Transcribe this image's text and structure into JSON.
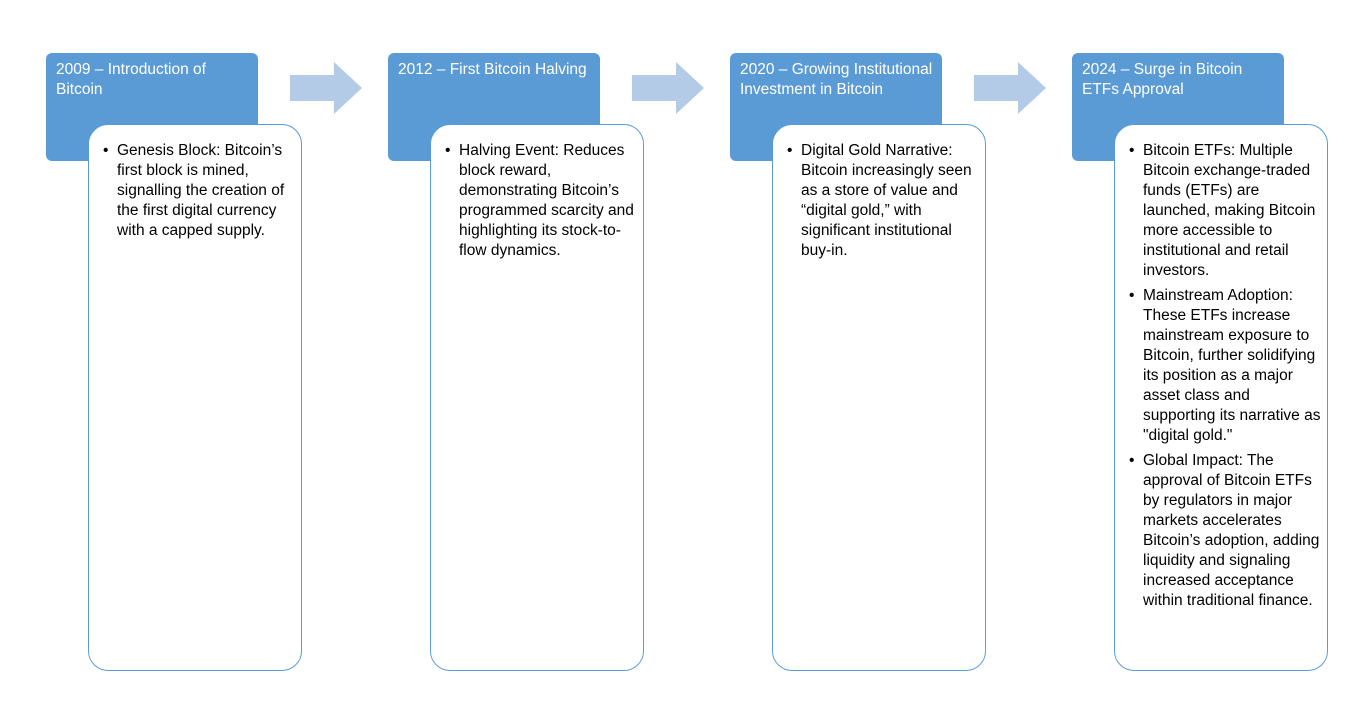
{
  "colors": {
    "header_fill": "#5b9bd5",
    "card_border": "#5b9bd5",
    "arrow_fill": "#b4cbe7"
  },
  "stages": [
    {
      "title": "2009 – Introduction of Bitcoin",
      "bullets": [
        "Genesis Block: Bitcoin’s first block is mined, signalling the creation of the first digital currency with a capped supply."
      ]
    },
    {
      "title": "2012 – First Bitcoin Halving",
      "bullets": [
        "Halving Event: Reduces block reward, demonstrating Bitcoin’s programmed scarcity and highlighting its stock-to-flow dynamics."
      ]
    },
    {
      "title": "2020 – Growing Institutional Investment in Bitcoin",
      "bullets": [
        "Digital Gold Narrative: Bitcoin increasingly seen as a store of value and “digital gold,” with significant institutional buy-in."
      ]
    },
    {
      "title": "2024 – Surge in Bitcoin ETFs Approval",
      "bullets": [
        "Bitcoin ETFs: Multiple Bitcoin exchange-traded funds (ETFs) are launched, making Bitcoin more accessible to institutional and retail investors.",
        "Mainstream Adoption: These ETFs increase mainstream exposure to Bitcoin, further solidifying its position as a major asset class and supporting its narrative as \"digital gold.\"",
        "Global Impact: The approval of Bitcoin ETFs by regulators in major markets accelerates Bitcoin’s adoption, adding liquidity and signaling increased acceptance within traditional finance."
      ]
    }
  ]
}
